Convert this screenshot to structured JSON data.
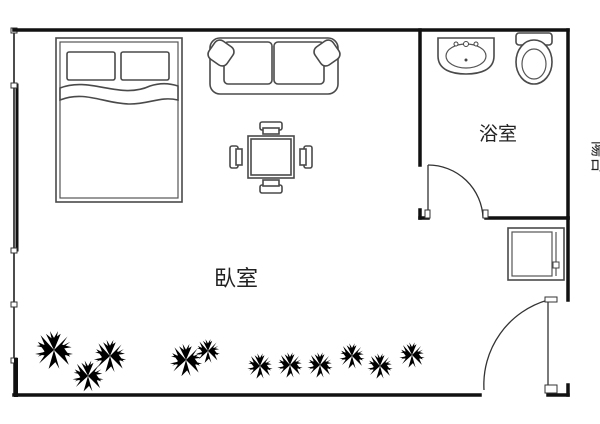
{
  "rooms": {
    "bedroom": {
      "label": "臥室"
    },
    "bathroom": {
      "label": "浴室"
    },
    "balcony": {
      "label": "陽台"
    }
  },
  "colors": {
    "wall": "#111111",
    "furniture_stroke": "#4a4a4a",
    "background": "#ffffff"
  },
  "icons": [
    "double-bed-icon",
    "sofa-icon",
    "dining-table-icon",
    "washbasin-icon",
    "toilet-icon",
    "washing-machine-icon",
    "door-swing-icon",
    "plant-icon"
  ]
}
